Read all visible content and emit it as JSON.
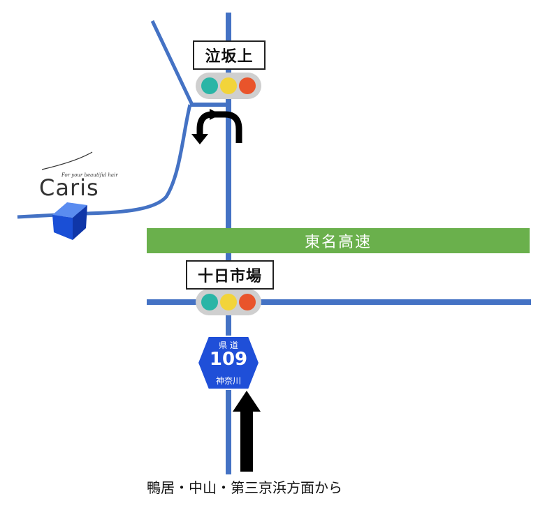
{
  "signals": {
    "top_label": "泣坂上",
    "bottom_label": "十日市場"
  },
  "highway": {
    "label": "東名高速",
    "color": "#6ab04c"
  },
  "route_sign": {
    "top": "県 道",
    "number": "109",
    "bottom": "神奈川",
    "color": "#1f4fd8"
  },
  "store": {
    "name": "Caris",
    "tagline": "For your beautiful hair"
  },
  "caption": "鴨居・中山・第三京浜方面から",
  "colors": {
    "road": "#4472c4",
    "light_green": "#2ab5a6",
    "light_yellow": "#f2d43a",
    "light_red": "#e9542b",
    "marker": "#1f5fd8"
  }
}
